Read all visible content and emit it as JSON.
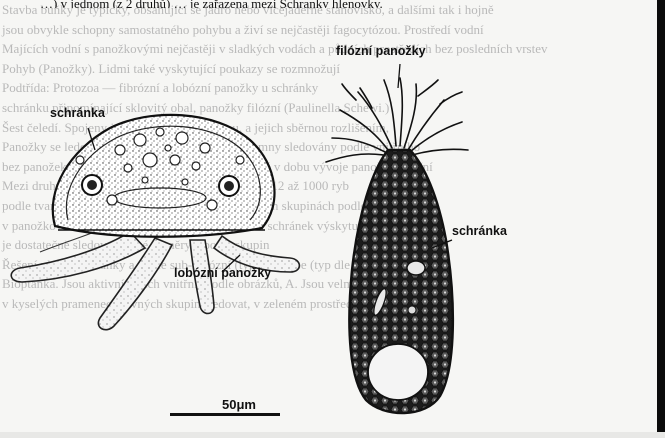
{
  "document": {
    "top_line": "…) v jednom (z 2 druhů) … je zařazena mezi Schranky hlenovky.",
    "background_lines": [
      "Stavba buňky je typicky, obsahující se jádro nebo vícejaderné stanovisko, a dalšími tak i hojně",
      "jsou obvykle schopny samostatného pohybu a živí se nejčastěji fagocytózou. Prostředí vodní",
      "Majících vodní s panožkovými nejčastěji v sladkých vodách a půdních prostředích bez posledních vrstev",
      "                      Pohyb (Panožky). Lidmi také vyskytující poukazy se rozmnožují",
      "Podtřída: Protozoa — fibrózní a lobózní panožky u schránky",
      "              schránku připomínající sklovitý obal, panožky filózní                (Paulinella Schewi.)",
      "Šest čeledí. Spojeny jsou příslušné schránkou, a jejich sběrnou rozlišením,",
      "Panožky se ledovat obvykle na typicky jsou přítomny sledovány podle vnitřního",
      "bez panožek: vlhkosti shromažďování vně zařazené v dobu vývoje panožek vnitřní",
      "Mezi druhy uvádíme Schránky mimo povrch a tvar 12 až 1000 ryb",
      "podle tvaru a uspořádání schránky: čeledě V určitých skupinách podle tvaru",
      "v panožkovém hlenu. Ve schránkách a přítomnosti schránek výskytu je třeba",
      "je dostatečně sledovat vlhké poměry a počet skupin",
      "",
      "Řešení vlákna schránky a podle sub-lobózní (typ. Nanoroe (typ dle 1962))",
      "Bioptanka. Jsou aktivní, jejich vnitřní (podle obrázků, A. Jsou velmi obvyklé",
      "v kyselých pramenech živných skupin sledovat, v zeleném prostředí u kterých"
    ],
    "labels": {
      "shell_left": "schránka",
      "lobose_pseudopodia": "lobózní panožky",
      "filose_pseudopodia": "filózní panožky",
      "shell_right": "schránka"
    },
    "scale": "50μm"
  }
}
